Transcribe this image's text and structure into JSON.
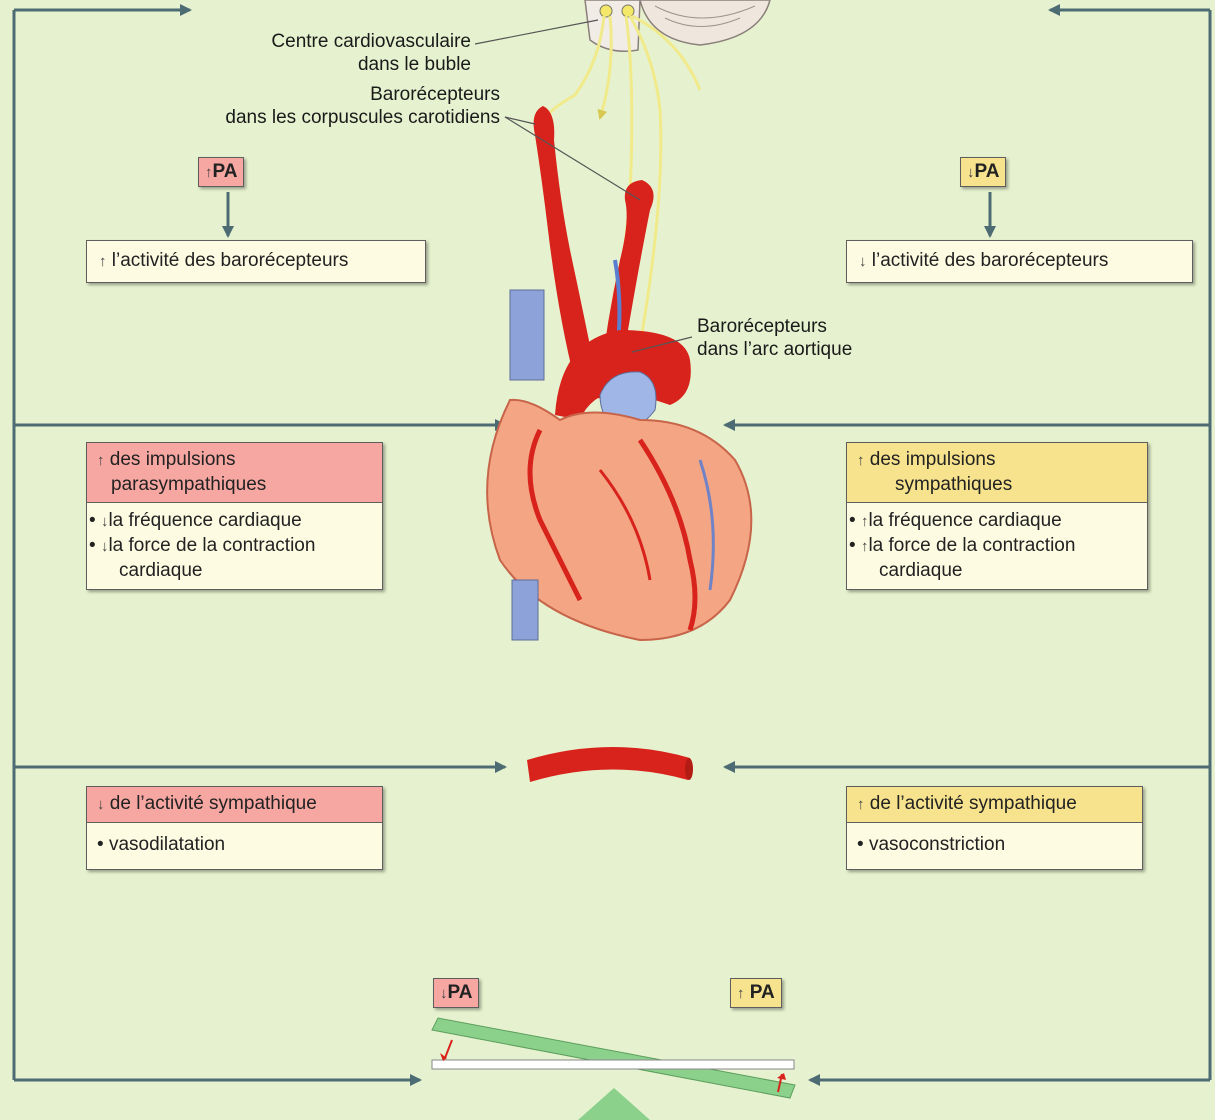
{
  "labels": {
    "center_line1": "Centre cardiovasculaire",
    "center_line2": "dans le buble",
    "carotid_line1": "Barorécepteurs",
    "carotid_line2": "dans les corpuscules carotidiens",
    "aortic_line1": "Barorécepteurs",
    "aortic_line2": "dans l’arc aortique"
  },
  "left": {
    "pa_tag": {
      "arrow": "↑",
      "text": "PA"
    },
    "baro_box": {
      "arrow": "↑",
      "text": "l’activité des barorécepteurs"
    },
    "para_box": {
      "header_arrow": "↑",
      "header_line1": "des impulsions",
      "header_line2": "parasympathiques",
      "items": [
        {
          "arrow": "↓",
          "line1": "la fréquence cardiaque",
          "line2": ""
        },
        {
          "arrow": "↓",
          "line1": "la force de la contraction",
          "line2": "cardiaque"
        }
      ]
    },
    "vaso_box": {
      "header_arrow": "↓",
      "header": "de l’activité sympathique",
      "item": "vasodilatation"
    },
    "bottom_tag": {
      "arrow": "↓",
      "text": "PA"
    }
  },
  "right": {
    "pa_tag": {
      "arrow": "↓",
      "text": "PA"
    },
    "baro_box": {
      "arrow": "↓",
      "text": "l’activité des barorécepteurs"
    },
    "symp_box": {
      "header_arrow": "↑",
      "header_line1": "des impulsions",
      "header_line2": "sympathiques",
      "items": [
        {
          "arrow": "↑",
          "line1": "la fréquence cardiaque",
          "line2": ""
        },
        {
          "arrow": "↑",
          "line1": "la force de la contraction",
          "line2": "cardiaque"
        }
      ]
    },
    "vaso_box": {
      "header_arrow": "↑",
      "header": "de l’activité sympathique",
      "item": "vasoconstriction"
    },
    "bottom_tag": {
      "arrow": "↑",
      "text": "PA"
    }
  },
  "colors": {
    "background": "#e6f2cf",
    "pink": "#f7a7a2",
    "yellow": "#f7e38d",
    "box_body": "#fdfbe2",
    "arrow": "#4d6b73",
    "artery": "#d8231c",
    "vein": "#8da2d8",
    "nerve": "#f3ee92",
    "lever": "#8bd08b"
  }
}
